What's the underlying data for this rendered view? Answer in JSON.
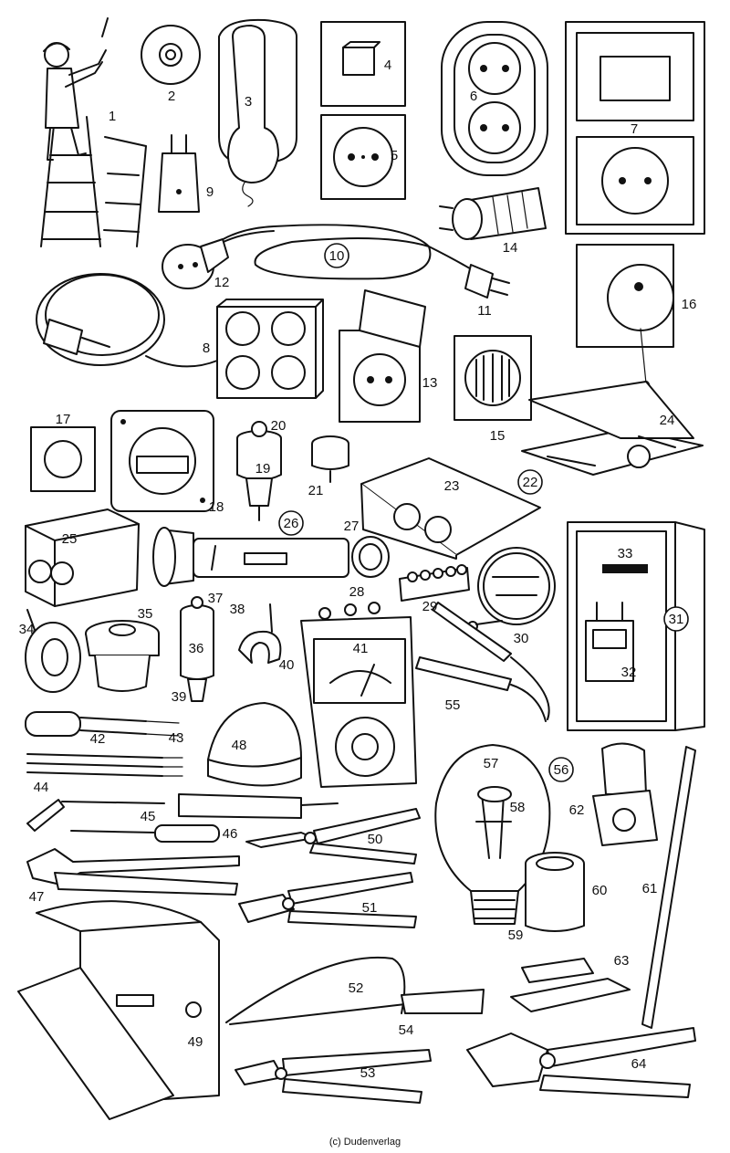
{
  "credit": "(c) Dudenverlag",
  "labels": [
    {
      "n": "1"
    },
    {
      "n": "2"
    },
    {
      "n": "3"
    },
    {
      "n": "4"
    },
    {
      "n": "5"
    },
    {
      "n": "6"
    },
    {
      "n": "7"
    },
    {
      "n": "8"
    },
    {
      "n": "9"
    },
    {
      "n": "10",
      "circled": true
    },
    {
      "n": "11"
    },
    {
      "n": "12"
    },
    {
      "n": "13"
    },
    {
      "n": "14"
    },
    {
      "n": "15"
    },
    {
      "n": "16"
    },
    {
      "n": "17"
    },
    {
      "n": "18"
    },
    {
      "n": "19"
    },
    {
      "n": "20"
    },
    {
      "n": "21"
    },
    {
      "n": "22",
      "circled": true
    },
    {
      "n": "23"
    },
    {
      "n": "24"
    },
    {
      "n": "25"
    },
    {
      "n": "26",
      "circled": true
    },
    {
      "n": "27"
    },
    {
      "n": "28"
    },
    {
      "n": "29"
    },
    {
      "n": "30"
    },
    {
      "n": "31",
      "circled": true
    },
    {
      "n": "32"
    },
    {
      "n": "33"
    },
    {
      "n": "34"
    },
    {
      "n": "35"
    },
    {
      "n": "36"
    },
    {
      "n": "37"
    },
    {
      "n": "38"
    },
    {
      "n": "39"
    },
    {
      "n": "40"
    },
    {
      "n": "41"
    },
    {
      "n": "42"
    },
    {
      "n": "43"
    },
    {
      "n": "44"
    },
    {
      "n": "45"
    },
    {
      "n": "46"
    },
    {
      "n": "47"
    },
    {
      "n": "48"
    },
    {
      "n": "49"
    },
    {
      "n": "50"
    },
    {
      "n": "51"
    },
    {
      "n": "52"
    },
    {
      "n": "53"
    },
    {
      "n": "54"
    },
    {
      "n": "55"
    },
    {
      "n": "56",
      "circled": true
    },
    {
      "n": "57"
    },
    {
      "n": "58"
    },
    {
      "n": "59"
    },
    {
      "n": "60"
    },
    {
      "n": "61"
    },
    {
      "n": "62"
    },
    {
      "n": "63"
    },
    {
      "n": "64"
    }
  ]
}
